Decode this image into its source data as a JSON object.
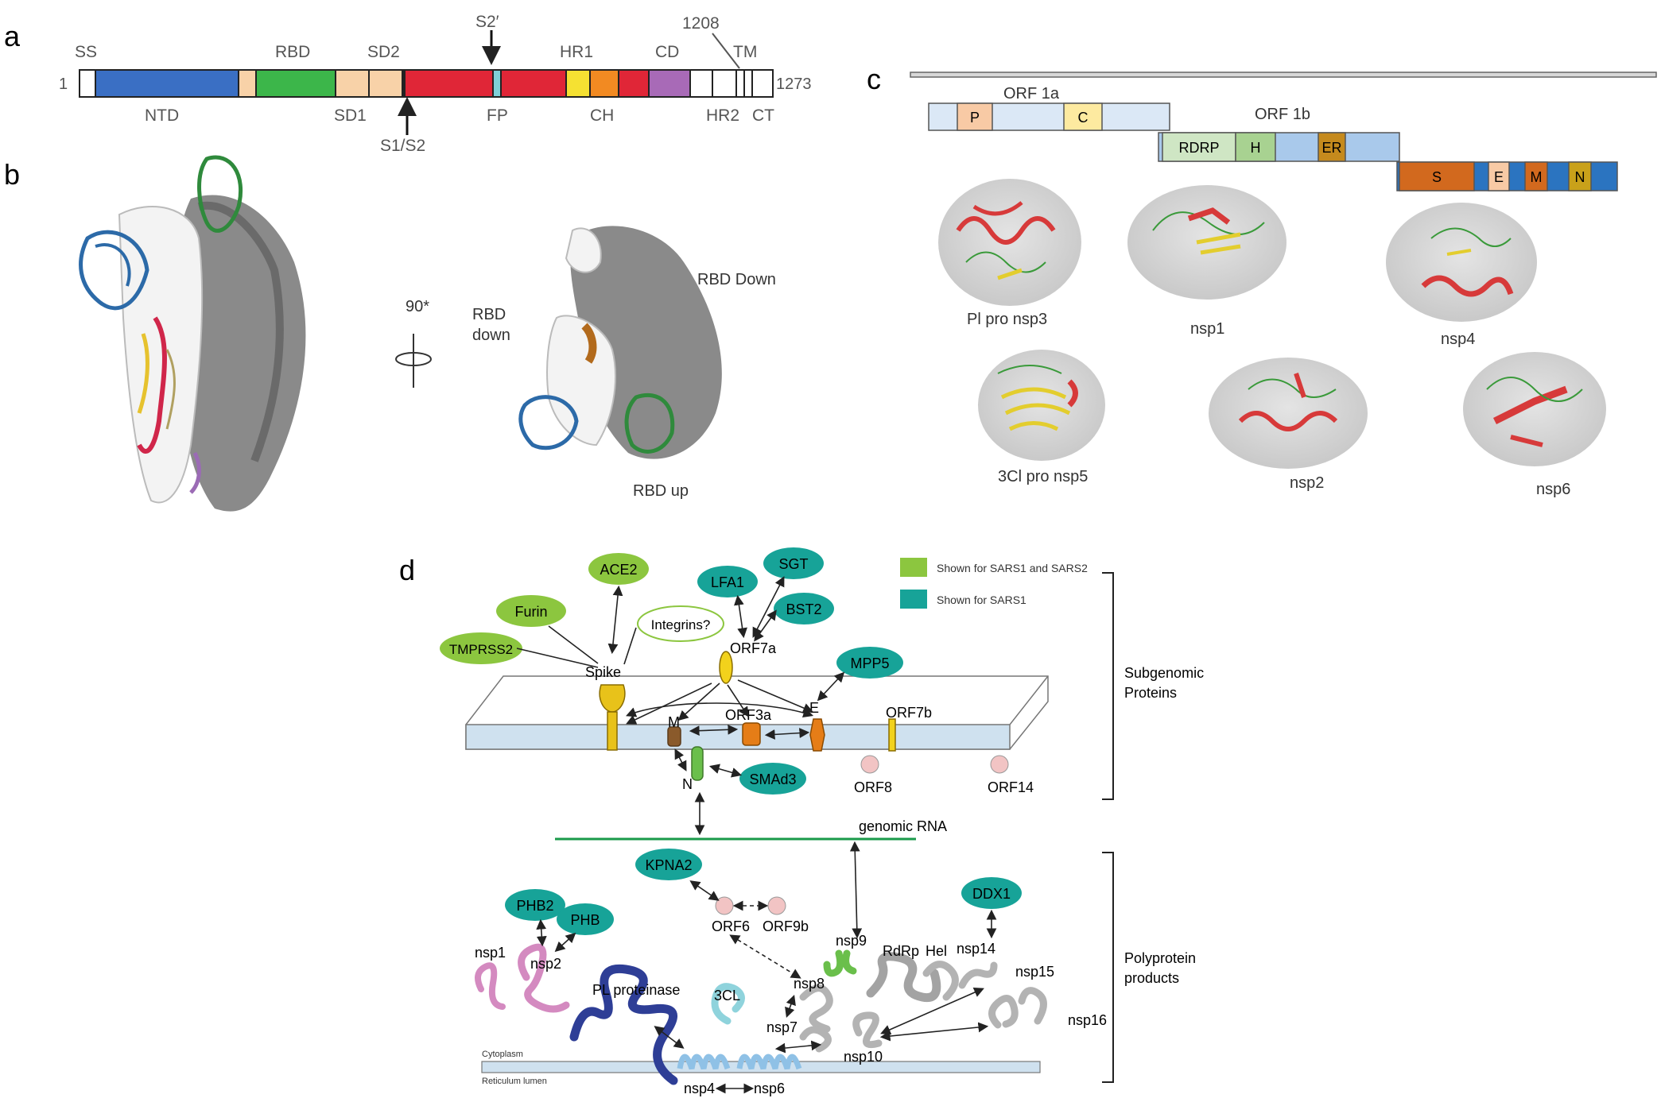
{
  "panels": {
    "a": "a",
    "b": "b",
    "c": "c",
    "d": "d"
  },
  "domain_bar": {
    "start": "1",
    "end": "1273",
    "top_labels": {
      "ss": "SS",
      "rbd": "RBD",
      "sd2": "SD2",
      "s2prime": "S2′",
      "hr1": "HR1",
      "cd": "CD",
      "pos1208": "1208",
      "tm": "TM"
    },
    "bottom_labels": {
      "ntd": "NTD",
      "sd1": "SD1",
      "s1s2": "S1/S2",
      "fp": "FP",
      "ch": "CH",
      "hr2": "HR2",
      "ct": "CT"
    },
    "colors": {
      "ntd": "#3a6fc4",
      "rbd": "#3cb64a",
      "sd": "#f8d2a8",
      "s2": "#e02637",
      "fp": "#7fd0d8",
      "hr1": "#f5e132",
      "ch": "#f28a22",
      "cd": "#a86ab7"
    }
  },
  "panel_b": {
    "rotation": "90*",
    "rbd_down_left": [
      "RBD",
      "down"
    ],
    "rbd_down_right": "RBD Down",
    "rbd_up": "RBD up"
  },
  "panel_c": {
    "orf1a": "ORF 1a",
    "orf1b": "ORF 1b",
    "orf1a_domains": [
      "P",
      "C"
    ],
    "orf1b_domains": [
      "RDRP",
      "H",
      "ER"
    ],
    "structural": [
      "S",
      "E",
      "M",
      "N"
    ],
    "structures": [
      "Pl pro nsp3",
      "nsp1",
      "nsp4",
      "3Cl pro nsp5",
      "nsp2",
      "nsp6"
    ]
  },
  "panel_d": {
    "legend": {
      "both": "Shown for SARS1 and SARS2",
      "sars1": "Shown for SARS1"
    },
    "colors": {
      "green": "#8cc63f",
      "teal": "#17a398",
      "pink": "#f2c4c4"
    },
    "hosts": {
      "ace2": "ACE2",
      "furin": "Furin",
      "tmprss2": "TMPRSS2",
      "integrins": "Integrins?",
      "lfa1": "LFA1",
      "sgt": "SGT",
      "bst2": "BST2",
      "mpp5": "MPP5",
      "smad3": "SMAd3",
      "kpna2": "KPNA2",
      "phb2": "PHB2",
      "phb": "PHB",
      "ddx1": "DDX1"
    },
    "viral": {
      "spike": "Spike",
      "orf7a": "ORF7a",
      "e": "E",
      "m": "M",
      "orf3a": "ORF3a",
      "orf7b": "ORF7b",
      "n": "N",
      "orf8": "ORF8",
      "orf14": "ORF14",
      "genomic_rna": "genomic RNA",
      "orf6": "ORF6",
      "orf9b": "ORF9b",
      "nsp9": "nsp9",
      "nsp1": "nsp1",
      "nsp2": "nsp2",
      "pl": "PL proteinase",
      "cl3": "3CL",
      "nsp8": "nsp8",
      "nsp7": "nsp7",
      "rdrp": "RdRp",
      "hel": "Hel",
      "nsp14": "nsp14",
      "nsp15": "nsp15",
      "nsp16": "nsp16",
      "nsp10": "nsp10",
      "nsp4": "nsp4",
      "nsp6": "nsp6"
    },
    "compartments": {
      "cytoplasm": "Cytoplasm",
      "lumen": "Reticulum lumen"
    },
    "brackets": {
      "subgenomic": [
        "Subgenomic",
        "Proteins"
      ],
      "polyprotein": [
        "Polyprotein",
        "products"
      ]
    }
  }
}
